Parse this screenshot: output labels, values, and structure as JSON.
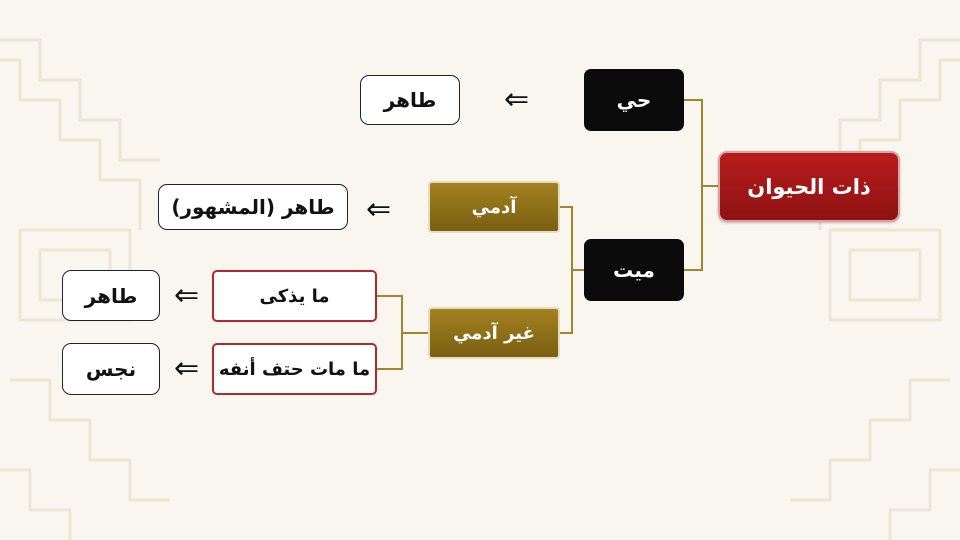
{
  "diagram": {
    "root": {
      "label": "ذات الحيوان"
    },
    "alive": {
      "label": "حي",
      "result": "طاهر"
    },
    "dead": {
      "label": "ميت",
      "human": {
        "label": "آدمي",
        "result": "طاهر (المشهور)"
      },
      "non_human": {
        "label": "غير آدمي",
        "slaughtered": {
          "label": "ما يذكى",
          "result": "طاهر"
        },
        "natural_death": {
          "label": "ما مات حتف أنفه",
          "result": "نجس"
        }
      }
    },
    "arrow_glyph": "⇐"
  },
  "colors": {
    "root": "#a5171b",
    "dark_node": "#0b0b0b",
    "gold_node": "#8f7019",
    "outline_red": "#b3262a",
    "connector": "#a2852e",
    "background": "#f8f6ee"
  }
}
